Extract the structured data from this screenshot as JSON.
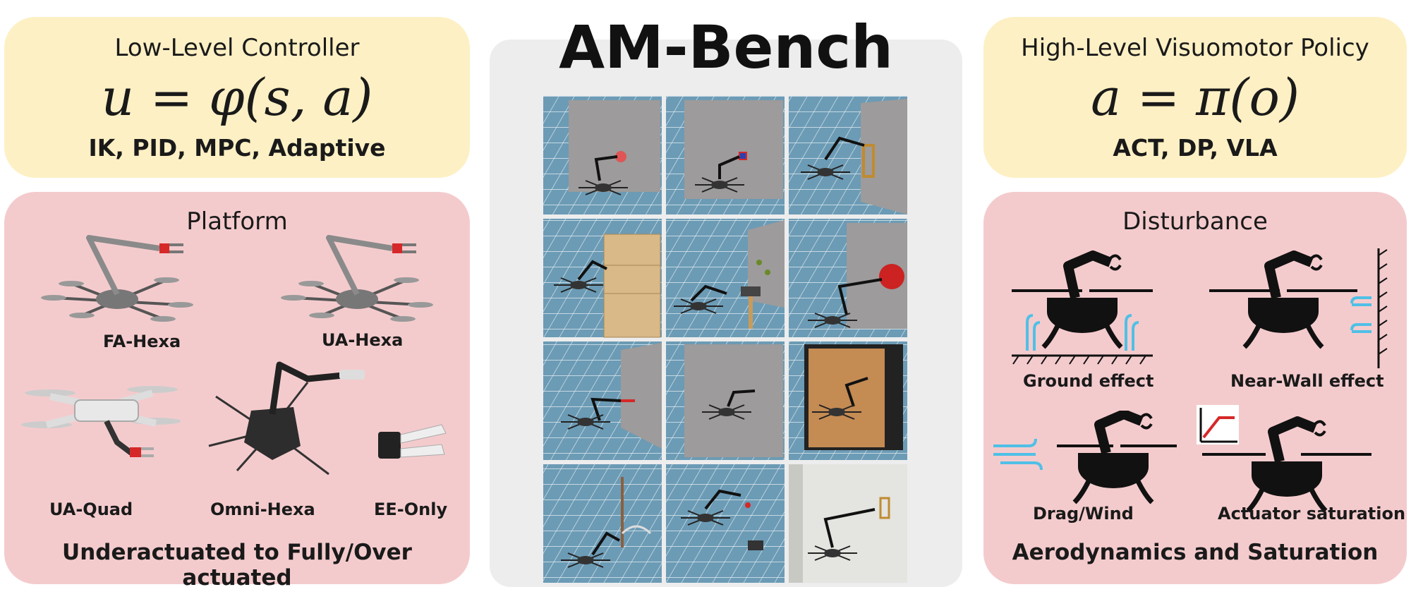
{
  "colors": {
    "yellow_panel": "#fdf0c4",
    "pink_panel": "#f4cbcd",
    "center_panel": "#ededee",
    "floor": "#6c9bb5",
    "wall": "#9d9b9b",
    "accent_red": "#d62828",
    "wind_blue": "#4fc0e6"
  },
  "title": "AM-Bench",
  "controller": {
    "heading": "Low-Level Controller",
    "equation": "u = φ(s, a)",
    "methods": "IK, PID, MPC, Adaptive"
  },
  "policy": {
    "heading": "High-Level Visuomotor Policy",
    "equation": "a = π(o)",
    "methods": "ACT, DP, VLA"
  },
  "platform": {
    "heading": "Platform",
    "items": [
      "FA-Hexa",
      "UA-Hexa",
      "UA-Quad",
      "Omni-Hexa",
      "EE-Only"
    ],
    "caption": "Underactuated to Fully/Over actuated"
  },
  "disturbance": {
    "heading": "Disturbance",
    "items": [
      "Ground effect",
      "Near-Wall effect",
      "Drag/Wind",
      "Actuator saturation"
    ],
    "caption": "Aerodynamics and Saturation"
  }
}
